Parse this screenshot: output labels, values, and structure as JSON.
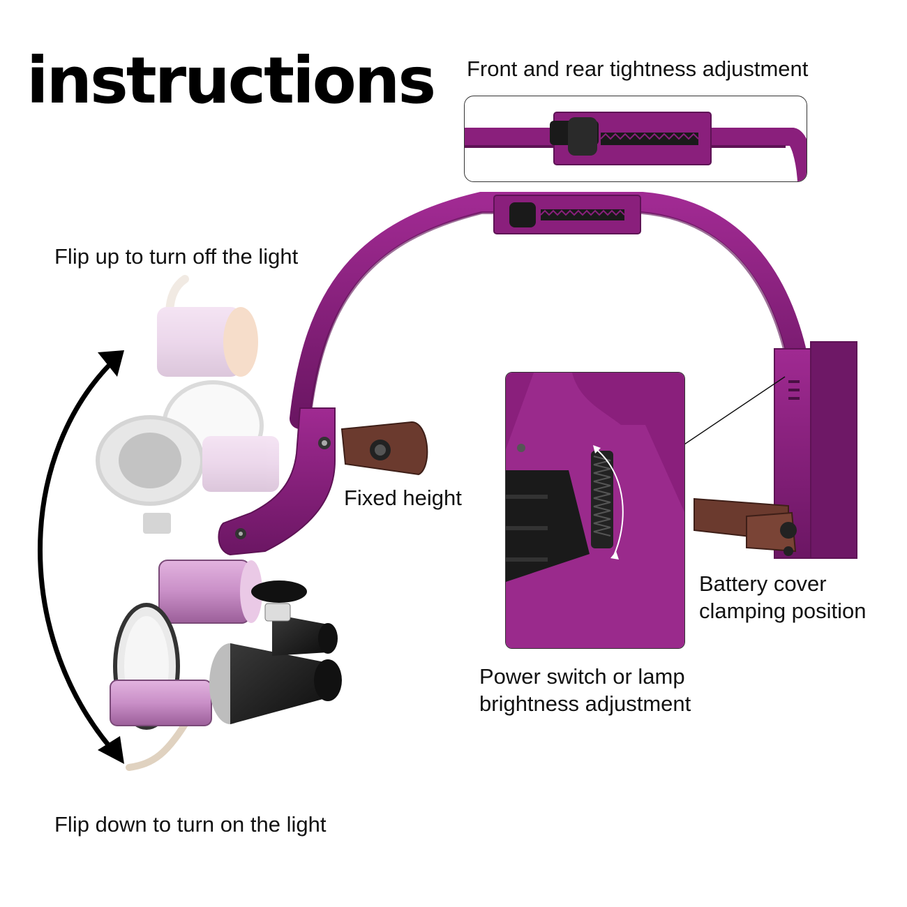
{
  "title": "instructions",
  "labels": {
    "tightness": "Front and rear tightness adjustment",
    "flip_up": "Flip up to turn off the light",
    "fixed_height": "Fixed height",
    "battery_line1": "Battery cover",
    "battery_line2": "clamping position",
    "power_line1": "Power switch or lamp",
    "power_line2": "brightness adjustment",
    "flip_down": "Flip down to turn on the light"
  },
  "colors": {
    "frame_purple": "#8a1f7c",
    "frame_dark": "#5e1355",
    "leather": "#6b3a2e",
    "lens_pink": "#c98fc7",
    "metal": "#c8c8c8",
    "text": "#111111"
  }
}
